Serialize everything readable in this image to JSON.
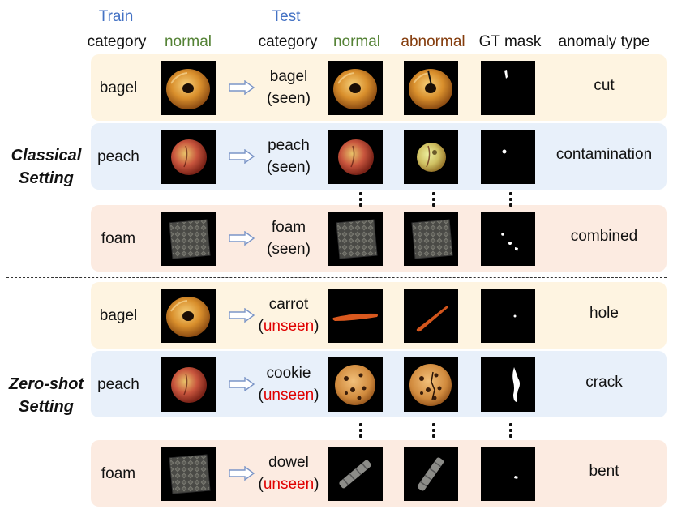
{
  "header": {
    "train": "Train",
    "test": "Test",
    "category": "category",
    "normal": "normal",
    "abnormal": "abnormal",
    "gt_mask": "GT mask",
    "anomaly_type": "anomaly type"
  },
  "settings": {
    "classical": [
      "Classical",
      "Setting"
    ],
    "zeroshot": [
      "Zero-shot",
      "Setting"
    ]
  },
  "rows": [
    {
      "train_cat": "bagel",
      "test_cat": "bagel",
      "tag": "(seen)",
      "anomaly": "cut"
    },
    {
      "train_cat": "peach",
      "test_cat": "peach",
      "tag": "(seen)",
      "anomaly": "contamination"
    },
    {
      "train_cat": "foam",
      "test_cat": "foam",
      "tag": "(seen)",
      "anomaly": "combined"
    },
    {
      "train_cat": "bagel",
      "test_cat": "carrot",
      "tag": "unseen",
      "anomaly": "hole"
    },
    {
      "train_cat": "peach",
      "test_cat": "cookie",
      "tag": "unseen",
      "anomaly": "crack"
    },
    {
      "train_cat": "foam",
      "test_cat": "dowel",
      "tag": "unseen",
      "anomaly": "bent"
    }
  ],
  "colors": {
    "header_blue": "#4472c4",
    "normal_green": "#548235",
    "abnormal_brown": "#843c0c",
    "unseen_red": "#e00000",
    "band_yellow": "#fef4e1",
    "band_blue": "#e8f0fa",
    "band_peach": "#fcebe1"
  },
  "icons": [
    "arrow-right-outline-icon",
    "vertical-ellipsis-icon"
  ]
}
